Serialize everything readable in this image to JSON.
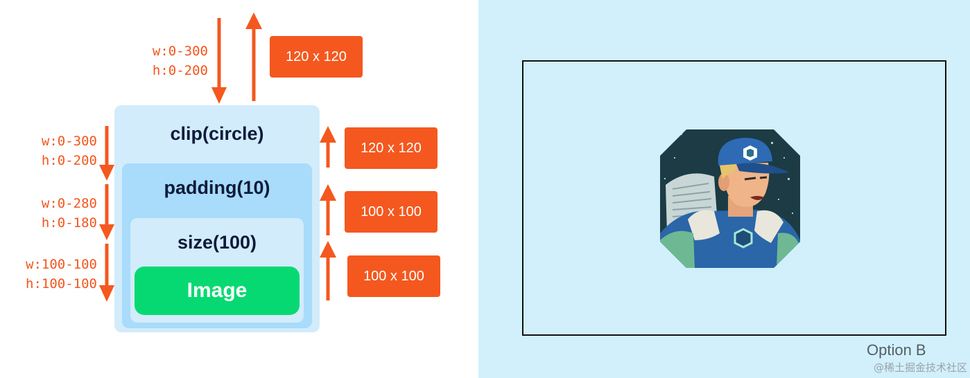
{
  "outgoing_constraints": [
    {
      "w": "w:0-300",
      "h": "h:0-200"
    },
    {
      "w": "w:0-300",
      "h": "h:0-200"
    },
    {
      "w": "w:0-280",
      "h": "h:0-180"
    },
    {
      "w": "w:100-100",
      "h": "h:100-100"
    }
  ],
  "modifier_chain": {
    "clip": "clip(circle)",
    "padding": "padding(10)",
    "size": "size(100)",
    "image": "Image"
  },
  "returned_sizes": [
    "120 x 120",
    "120 x 120",
    "100 x 100",
    "100 x 100"
  ],
  "preview": {
    "option_label": "Option B",
    "watermark": "@稀土掘金技术社区"
  },
  "colors": {
    "accent_orange": "#f4581f",
    "image_green": "#07d972",
    "box_light": "#d2ecfb",
    "box_mid": "#a9dbfa",
    "preview_bg": "#d1f0fc"
  }
}
